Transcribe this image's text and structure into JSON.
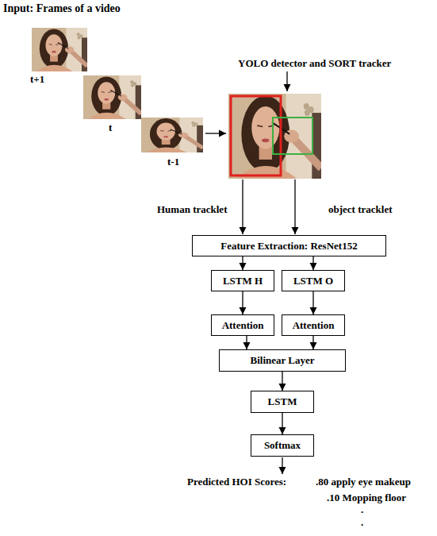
{
  "diagram": {
    "title": "Input: Frames of a video",
    "nodes": [
      {
        "text": [
          "Feature Extraction: ResNet152"
        ]
      },
      {
        "text": [
          "LSTM H"
        ]
      },
      {
        "text": [
          "LSTM O"
        ]
      },
      {
        "text": [
          "Attention"
        ]
      },
      {
        "text": [
          "Attention"
        ]
      },
      {
        "text": [
          "Bilinear Layer"
        ]
      },
      {
        "text": [
          "LSTM"
        ]
      },
      {
        "text": [
          "Softmax"
        ]
      }
    ],
    "edges": [
      {
        "from": 0,
        "to": 1,
        "arrow": "to"
      },
      {
        "from": 0,
        "to": 2,
        "arrow": "to"
      },
      {
        "from": 1,
        "to": 3,
        "arrow": "to"
      },
      {
        "from": 2,
        "to": 4,
        "arrow": "to"
      },
      {
        "from": 3,
        "to": 5,
        "arrow": "to"
      },
      {
        "from": 4,
        "to": 5,
        "arrow": "to"
      },
      {
        "from": 5,
        "to": 6,
        "arrow": "to"
      },
      {
        "from": 6,
        "to": 7,
        "arrow": "to"
      }
    ],
    "labels": [
      "t+1",
      "t",
      "t-1",
      "YOLO detector and SORT tracker",
      "Human tracklet",
      "object tracklet",
      "Predicted HOI Scores:",
      ".80 apply eye makeup",
      ".10 Mopping floor",
      ".",
      "."
    ]
  }
}
